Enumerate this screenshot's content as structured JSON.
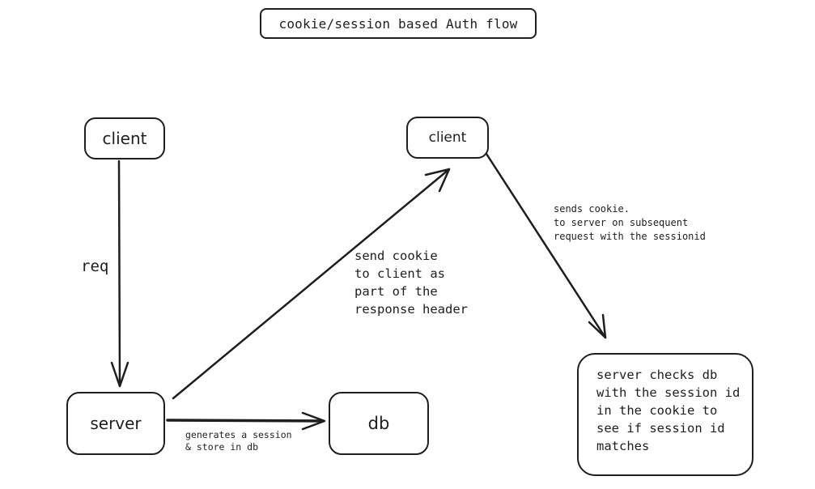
{
  "diagram": {
    "title": "cookie/session based Auth flow",
    "nodes": {
      "client_left": "client",
      "client_right": "client",
      "server": "server",
      "db": "db",
      "check": "server checks db\nwith the session id\nin the cookie to\nsee if session id\nmatches"
    },
    "edge_labels": {
      "req": "req",
      "send_cookie": "send cookie\nto client as\npart of the\nresponse header",
      "sends_cookie": "sends cookie.\nto server on subsequent\nrequest with the sessionid",
      "generates": "generates a session\n& store in db"
    }
  }
}
